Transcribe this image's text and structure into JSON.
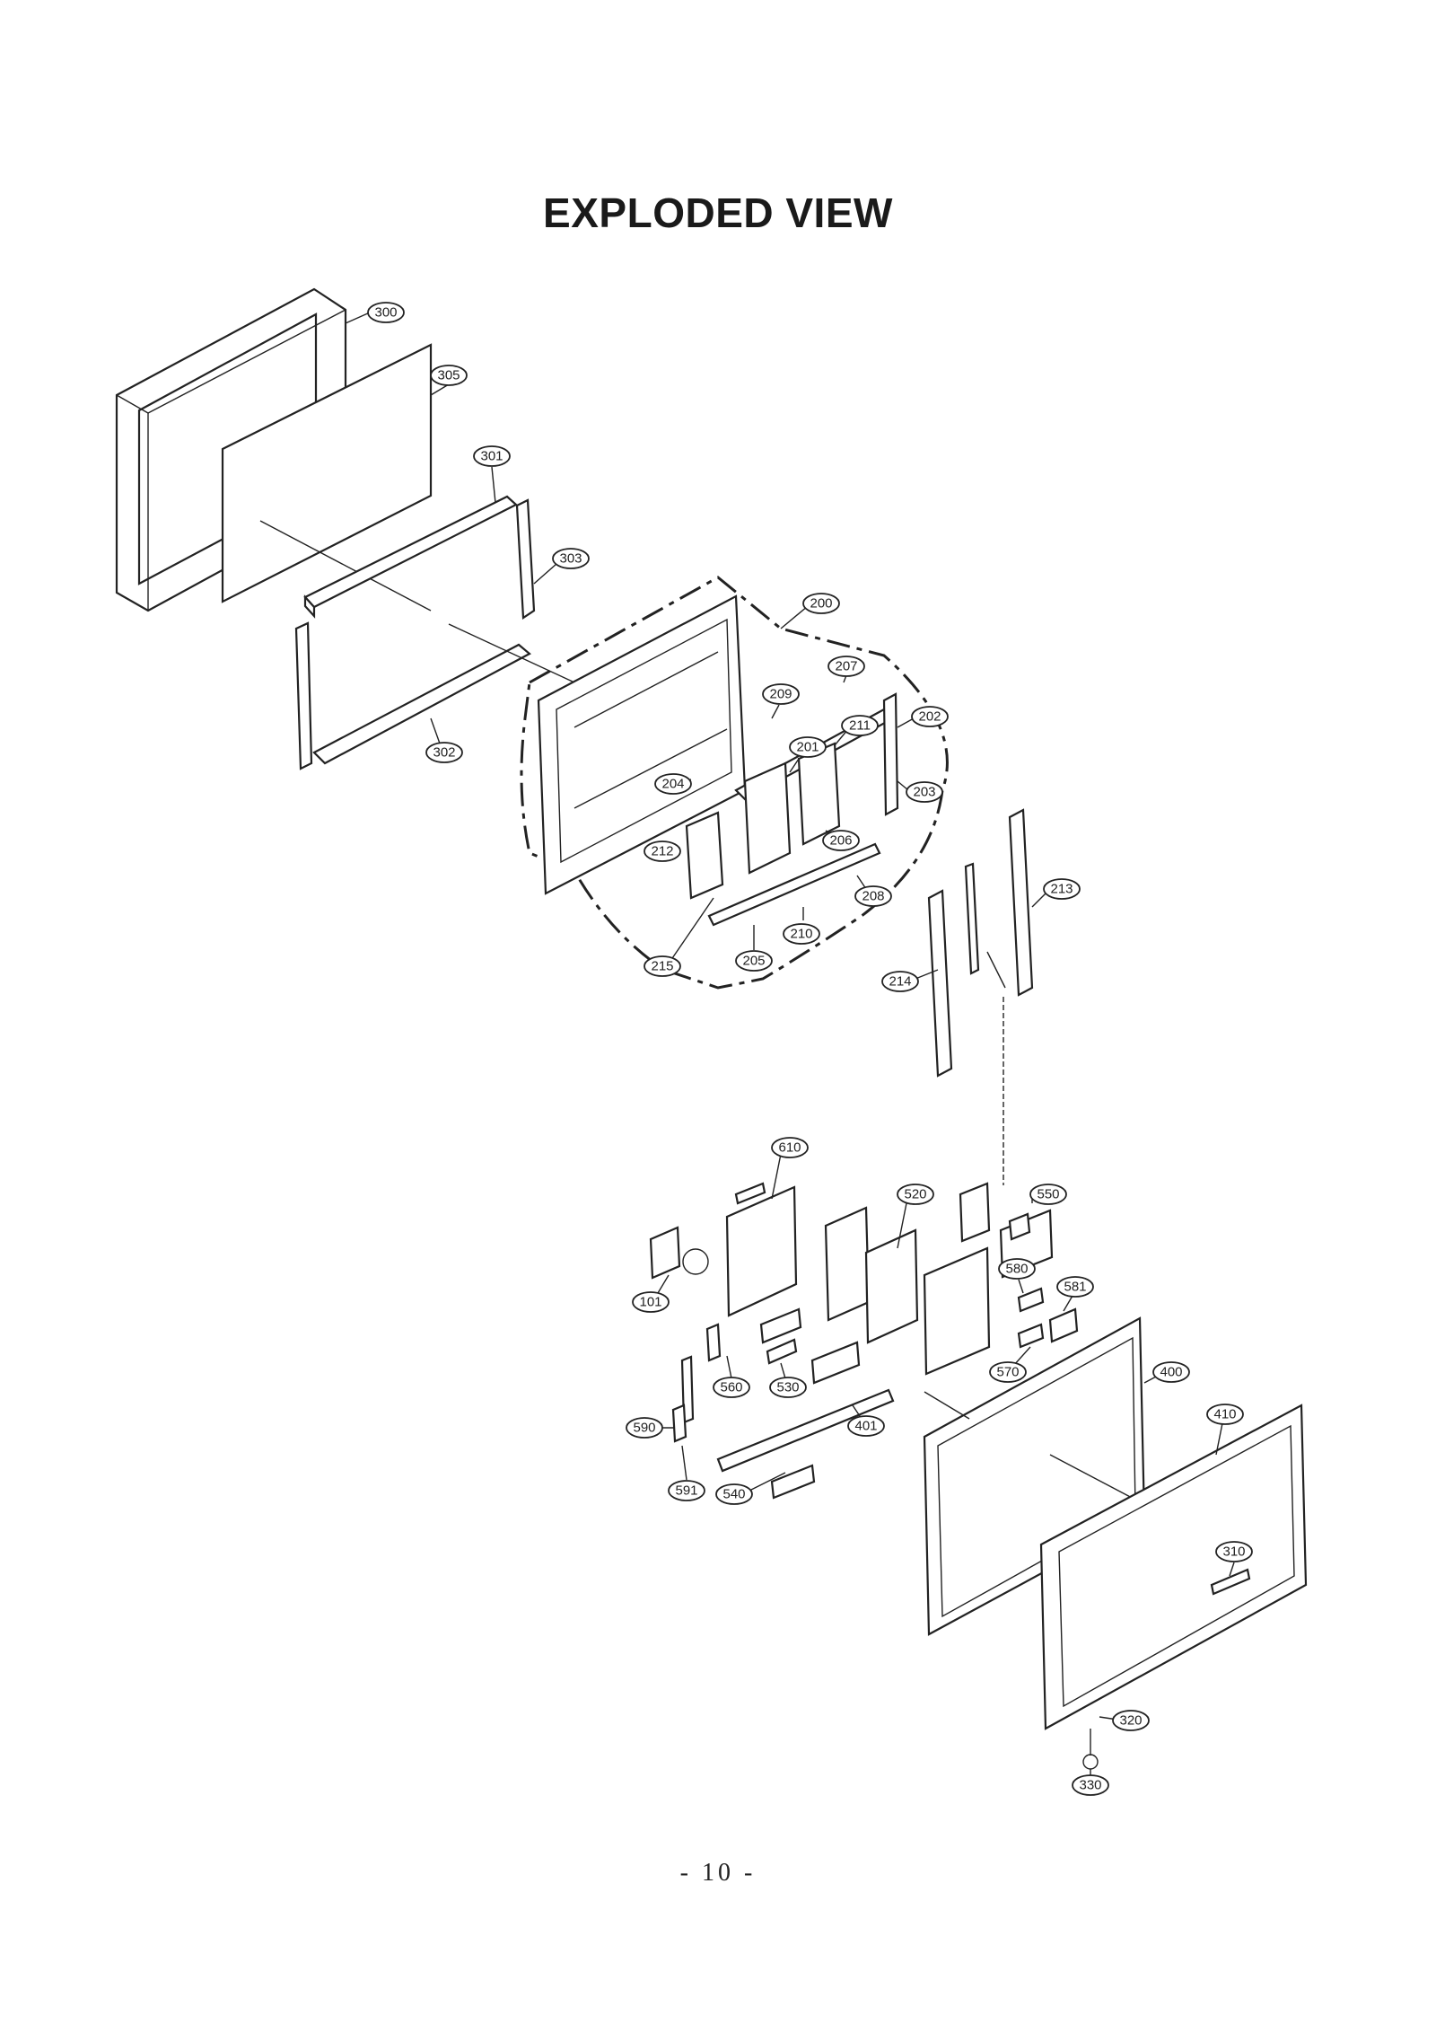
{
  "title": "EXPLODED VIEW",
  "page_number": "- 10 -",
  "callouts": [
    "300",
    "305",
    "301",
    "303",
    "302",
    "200",
    "207",
    "209",
    "211",
    "202",
    "201",
    "203",
    "204",
    "206",
    "212",
    "208",
    "210",
    "215",
    "205",
    "213",
    "214",
    "610",
    "520",
    "550",
    "101",
    "580",
    "581",
    "560",
    "530",
    "570",
    "400",
    "590",
    "401",
    "410",
    "591",
    "540",
    "310",
    "320",
    "330"
  ]
}
